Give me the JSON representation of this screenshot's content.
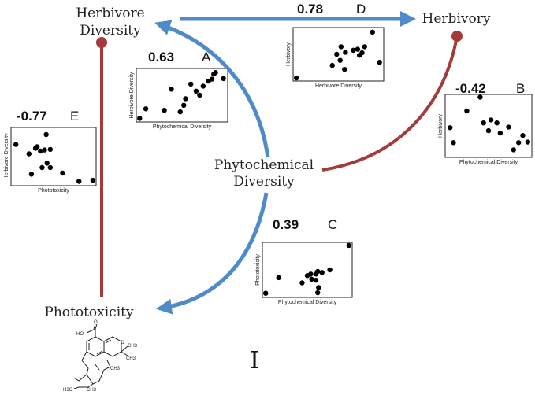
{
  "nodes": {
    "herbivore_diversity_line1": "Herbivore",
    "herbivore_diversity_line2": "Diversity",
    "herbivory": "Herbivory",
    "phytochemical_line1": "Phytochemical",
    "phytochemical_line2": "Diversity",
    "phototoxicity": "Phototoxicity"
  },
  "links": [
    {
      "id": "A",
      "from": "Phytochemical Diversity",
      "to": "Herbivore Diversity",
      "coefficient": "0.63",
      "sign": "positive",
      "color": "#4f8ac9"
    },
    {
      "id": "B",
      "from": "Phytochemical Diversity",
      "to": "Herbivory",
      "coefficient": "-0.42",
      "sign": "negative",
      "color": "#a33b3b"
    },
    {
      "id": "C",
      "from": "Phytochemical Diversity",
      "to": "Phototoxicity",
      "coefficient": "0.39",
      "sign": "positive",
      "color": "#4f8ac9"
    },
    {
      "id": "D",
      "from": "Herbivore Diversity",
      "to": "Herbivory",
      "coefficient": "0.78",
      "sign": "positive",
      "color": "#4f8ac9"
    },
    {
      "id": "E",
      "from": "Phototoxicity",
      "to": "Herbivore Diversity",
      "coefficient": "-0.77",
      "sign": "negative",
      "color": "#a33b3b"
    }
  ],
  "panels": {
    "A": {
      "letter": "A",
      "coef": "0.63",
      "xlabel": "Phytochemical Diversity",
      "ylabel": "Herbivore Diversity",
      "points": [
        [
          0.02,
          0.04
        ],
        [
          0.09,
          0.23
        ],
        [
          0.3,
          0.2
        ],
        [
          0.38,
          0.62
        ],
        [
          0.48,
          0.17
        ],
        [
          0.52,
          0.3
        ],
        [
          0.54,
          0.43
        ],
        [
          0.6,
          0.72
        ],
        [
          0.66,
          0.58
        ],
        [
          0.7,
          0.5
        ],
        [
          0.74,
          0.68
        ],
        [
          0.8,
          0.78
        ],
        [
          0.84,
          0.82
        ],
        [
          0.86,
          0.92
        ],
        [
          0.88,
          0.95
        ],
        [
          0.97,
          0.83
        ]
      ]
    },
    "B": {
      "letter": "B",
      "coef": "-0.42",
      "xlabel": "Phytochemical Diversity",
      "ylabel": "Herbivory",
      "points": [
        [
          0.04,
          0.47
        ],
        [
          0.08,
          0.22
        ],
        [
          0.24,
          0.75
        ],
        [
          0.4,
          0.98
        ],
        [
          0.44,
          0.55
        ],
        [
          0.5,
          0.42
        ],
        [
          0.53,
          0.6
        ],
        [
          0.6,
          0.55
        ],
        [
          0.64,
          0.38
        ],
        [
          0.74,
          0.48
        ],
        [
          0.8,
          0.1
        ],
        [
          0.86,
          0.22
        ],
        [
          0.91,
          0.34
        ],
        [
          0.97,
          0.23
        ]
      ]
    },
    "C": {
      "letter": "C",
      "coef": "0.39",
      "xlabel": "Phytochemical Diversity",
      "ylabel": "Phototoxicity",
      "points": [
        [
          0.02,
          0.05
        ],
        [
          0.17,
          0.35
        ],
        [
          0.44,
          0.25
        ],
        [
          0.5,
          0.39
        ],
        [
          0.54,
          0.42
        ],
        [
          0.55,
          0.32
        ],
        [
          0.6,
          0.3
        ],
        [
          0.6,
          0.42
        ],
        [
          0.62,
          0.47
        ],
        [
          0.62,
          0.06
        ],
        [
          0.63,
          0.16
        ],
        [
          0.67,
          0.45
        ],
        [
          0.76,
          0.5
        ],
        [
          0.98,
          0.97
        ]
      ]
    },
    "D": {
      "letter": "D",
      "coef": "0.78",
      "xlabel": "Herbivore Diversity",
      "ylabel": "Herbivory",
      "points": [
        [
          0.02,
          0.03
        ],
        [
          0.43,
          0.28
        ],
        [
          0.48,
          0.5
        ],
        [
          0.52,
          0.38
        ],
        [
          0.53,
          0.65
        ],
        [
          0.57,
          0.2
        ],
        [
          0.58,
          0.54
        ],
        [
          0.67,
          0.58
        ],
        [
          0.72,
          0.6
        ],
        [
          0.74,
          0.48
        ],
        [
          0.77,
          0.53
        ],
        [
          0.8,
          0.65
        ],
        [
          0.89,
          0.94
        ],
        [
          0.97,
          0.34
        ]
      ]
    },
    "E": {
      "letter": "E",
      "coef": "-0.77",
      "xlabel": "Phototoxicity",
      "ylabel": "Herbivore Diversity",
      "points": [
        [
          0.04,
          0.72
        ],
        [
          0.2,
          0.55
        ],
        [
          0.23,
          0.18
        ],
        [
          0.28,
          0.65
        ],
        [
          0.3,
          0.68
        ],
        [
          0.34,
          0.6
        ],
        [
          0.36,
          0.3
        ],
        [
          0.39,
          0.62
        ],
        [
          0.41,
          0.9
        ],
        [
          0.42,
          0.38
        ],
        [
          0.46,
          0.63
        ],
        [
          0.46,
          0.3
        ],
        [
          0.61,
          0.2
        ],
        [
          0.81,
          0.05
        ],
        [
          0.98,
          0.07
        ]
      ]
    }
  },
  "structure": {
    "ho_label": "HO",
    "o_label": "O",
    "ring_o_label": "O",
    "ch3_1": "CH3",
    "ch3_2": "CH3",
    "ch3_3": "CH3",
    "h3c_1": "H3C",
    "ch3_4": "CH3"
  },
  "figure_mark": "I"
}
